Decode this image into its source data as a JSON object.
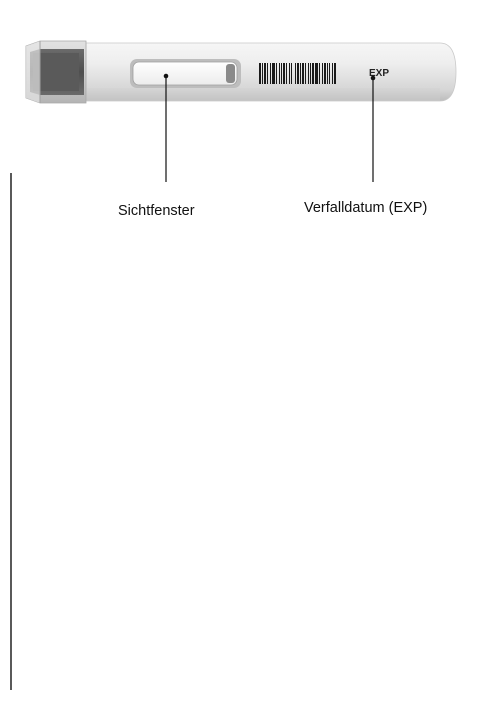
{
  "labels": {
    "viewing_window": "Sichtfenster",
    "expiry_date": "Verfalldatum (EXP)"
  },
  "device": {
    "exp_marking": "EXP"
  },
  "colors": {
    "body_light": "#eeeeee",
    "body_mid": "#d9d9d9",
    "body_shadow": "#b8b8b8",
    "cap_dark": "#5a5a5a",
    "cap_clear": "#d7d7d7",
    "line": "#111111",
    "margin_line": "#000000"
  }
}
